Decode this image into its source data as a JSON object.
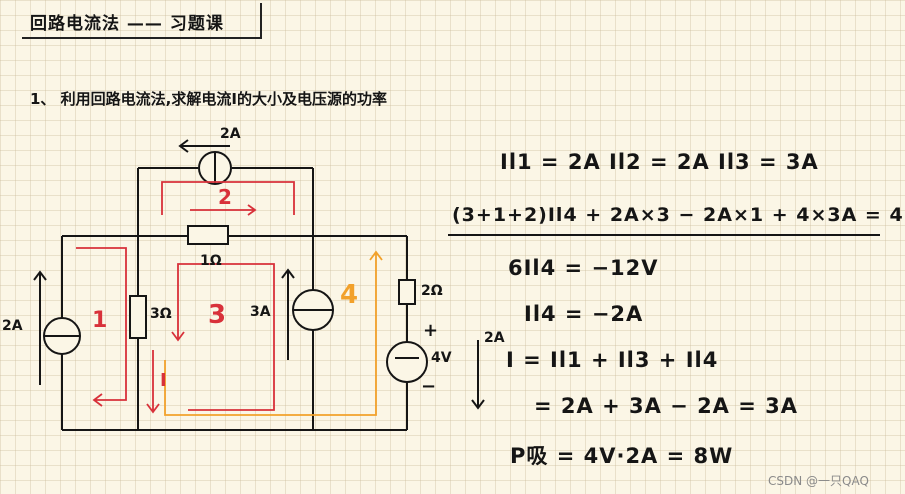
{
  "title": "回路电流法 —— 习题课",
  "problem": "1、 利用回路电流法,求解电流I的大小及电压源的功率",
  "circuit": {
    "current_source_top": "2A",
    "current_source_left": "2A",
    "current_source_right": "3A",
    "resistor_top": "1Ω",
    "resistor_middle": "3Ω",
    "resistor_right": "2Ω",
    "voltage_source": "4V",
    "right_current": "2A",
    "current_label": "I",
    "plus_sign": "+",
    "minus_sign": "−",
    "loop1": "1",
    "loop2": "2",
    "loop3": "3",
    "loop4": "4"
  },
  "solution": [
    "Il1 = 2A   Il2 = 2A   Il3 = 3A",
    "(3+1+2)Il4 + 2A×3 − 2A×1 + 4×3A = 4",
    "6Il4 = −12V",
    "Il4 = −2A",
    "I = Il1 + Il3 + Il4",
    "= 2A + 3A − 2A = 3A",
    "P吸 = 4V·2A = 8W"
  ],
  "watermark": "CSDN @一只QAQ",
  "colors": {
    "ink": "#151515",
    "loop_red": "#d8313a",
    "loop_orange": "#f2a12b",
    "paper": "#fbf6e6"
  }
}
